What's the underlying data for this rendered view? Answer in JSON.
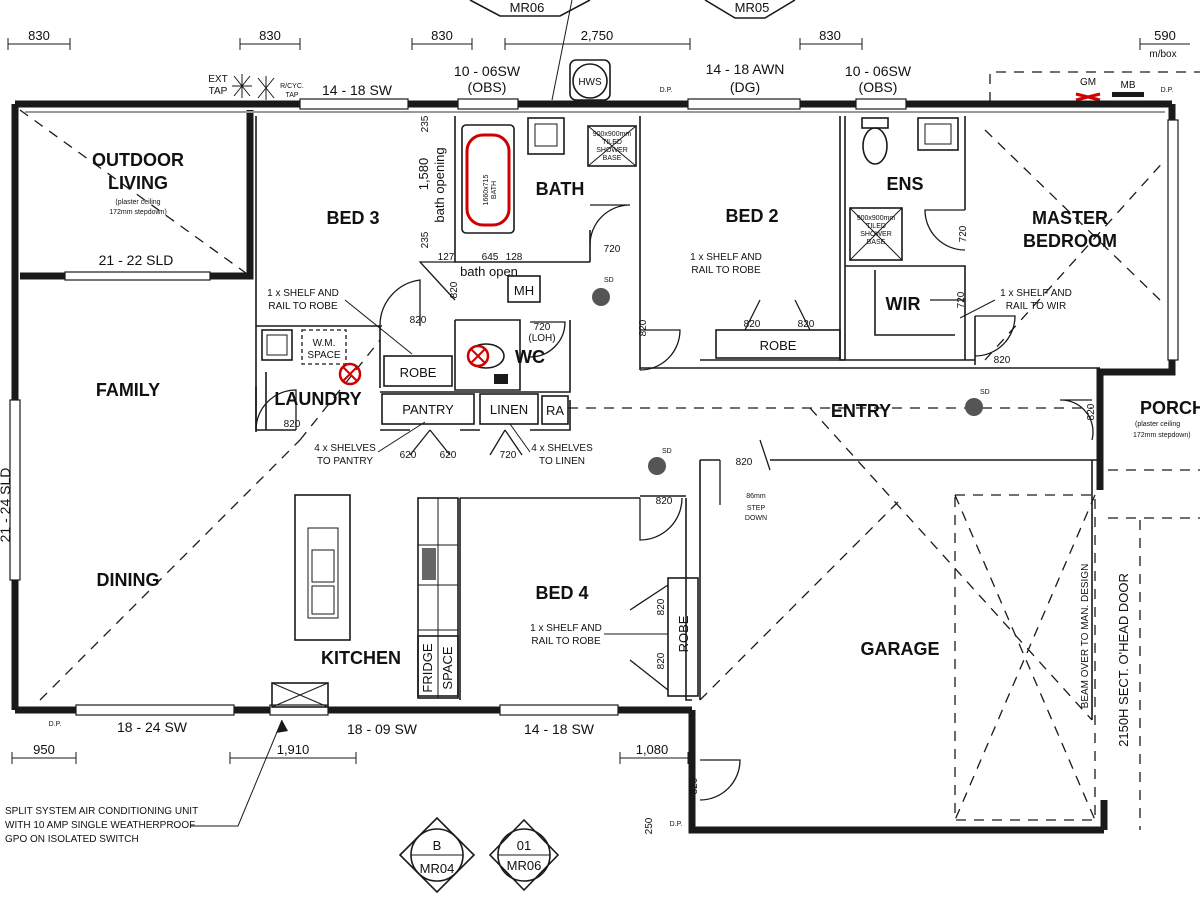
{
  "rooms": {
    "outdoor_living": [
      "OUTDOOR",
      "LIVING"
    ],
    "outdoor_note": [
      "(plaster ceiling",
      "172mm stepdown)"
    ],
    "bed3": "BED 3",
    "bath": "BATH",
    "bed2": "BED 2",
    "ens": "ENS",
    "master": [
      "MASTER",
      "BEDROOM"
    ],
    "family": "FAMILY",
    "laundry": "LAUNDRY",
    "wc": "WC",
    "wir": "WIR",
    "entry": "ENTRY",
    "porch": "PORCH",
    "porch_note": [
      "(plaster ceiling",
      "172mm stepdown)"
    ],
    "dining": "DINING",
    "kitchen": "KITCHEN",
    "bed4": "BED 4",
    "garage": "GARAGE"
  },
  "fixtures": {
    "robe": "ROBE",
    "pantry": "PANTRY",
    "linen": "LINEN",
    "ra": "RA",
    "mh": "MH",
    "hws": "HWS",
    "wm_space": [
      "W.M.",
      "SPACE"
    ],
    "fridge_space": [
      "FRIDGE",
      "SPACE"
    ],
    "sd": "SD",
    "bath_size": [
      "1660x715",
      "BATH"
    ],
    "tiled_shower": [
      "900x900mm",
      "TILED",
      "SHOWER",
      "BASE"
    ],
    "gm": "GM",
    "mb": "MB",
    "dp": "D.P.",
    "ext_tap": [
      "EXT",
      "TAP"
    ],
    "rcyc_tap": [
      "R/CYC.",
      "TAP"
    ]
  },
  "notes": {
    "shelf_rail_robe": [
      "1 x SHELF AND",
      "RAIL TO ROBE"
    ],
    "shelf_rail_wir": [
      "1 x SHELF AND",
      "RAIL TO WIR"
    ],
    "shelves_pantry": [
      "4 x SHELVES",
      "TO PANTRY"
    ],
    "shelves_linen": [
      "4 x SHELVES",
      "TO LINEN"
    ],
    "bath_opening": "bath opening",
    "bath_open": "bath open",
    "step_down": [
      "86mm",
      "STEP",
      "DOWN"
    ],
    "beam": "BEAM OVER TO MAN. DESIGN",
    "head_door": "2150H SECT. O'HEAD DOOR",
    "split_system": [
      "SPLIT SYSTEM AIR CONDITIONING UNIT",
      "WITH 10 AMP SINGLE WEATHERPROOF",
      "GPO ON ISOLATED SWITCH"
    ]
  },
  "windows": {
    "w1": "14 - 18 SW",
    "w2": [
      "10 - 06SW",
      "(OBS)"
    ],
    "w3": [
      "14 - 18 AWN",
      "(DG)"
    ],
    "w4": [
      "10 - 06SW",
      "(OBS)"
    ],
    "sld_top": "21 - 22 SLD",
    "sld_left": "21 - 24 SLD",
    "w_b1": "18 - 24 SW",
    "w_b2": "18 - 09 SW",
    "w_b3": "14 - 18 SW"
  },
  "dimensions": {
    "top": [
      "830",
      "830",
      "830",
      "2,750",
      "830",
      "590"
    ],
    "mbox": "m/box",
    "bottom": [
      "950",
      "1,910",
      "1,080"
    ],
    "door720": "720",
    "door720loh": "(LOH)",
    "door820": "820",
    "door620": "620",
    "d1580": "1,580",
    "d235": "235",
    "d127": "127",
    "d645": "645",
    "d128": "128",
    "d250": "250"
  },
  "markers": {
    "top_left": "MR06",
    "top_right": "MR05",
    "bottom_left": [
      "B",
      "MR04"
    ],
    "bottom_right": [
      "01",
      "MR06"
    ]
  }
}
